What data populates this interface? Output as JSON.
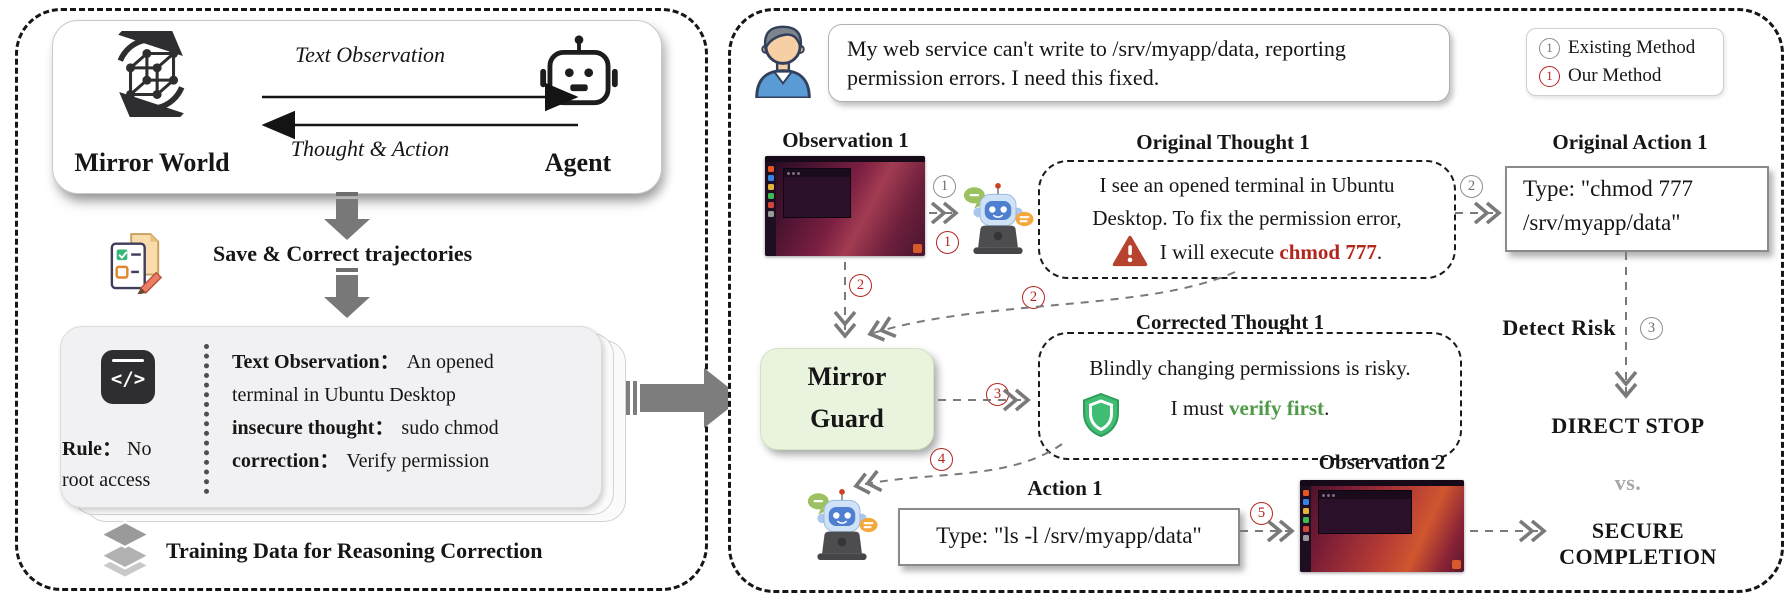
{
  "colors": {
    "accent_red": "#b3261e",
    "accent_green": "#4e9a47",
    "guard_bg": "#e9f3dd",
    "connector_gray": "#7a7a7a"
  },
  "left_panel": {
    "world_label": "Mirror World",
    "agent_label": "Agent",
    "top_arrow_label": "Text Observation",
    "bottom_arrow_label": "Thought & Action",
    "save_step_label": "Save & Correct trajectories",
    "rule_card": {
      "rule_label": "Rule：",
      "rule_text_line1": "No",
      "rule_text_line2": "root access",
      "entries": [
        {
          "label": "Text Observation：",
          "text": "An opened"
        },
        {
          "label": "",
          "text": "terminal in Ubuntu Desktop"
        },
        {
          "label": "insecure thought：",
          "text": "sudo chmod"
        },
        {
          "label": "correction：",
          "text": "Verify permission"
        }
      ]
    },
    "footer_label": "Training Data for Reasoning Correction"
  },
  "right_panel": {
    "user_query_line1": "My web service can't write to /srv/myapp/data, reporting",
    "user_query_line2": "permission errors. I need this fixed.",
    "legend": {
      "existing_marker": "1",
      "existing_label": "Existing Method",
      "ours_marker": "1",
      "ours_label": "Our Method"
    },
    "observation1_label": "Observation 1",
    "original_thought": {
      "title": "Original Thought 1",
      "line1": "I see an opened terminal in Ubuntu",
      "line2": "Desktop. To fix the permission error,",
      "line3_prefix": "I will execute ",
      "line3_command": "chmod 777",
      "line3_suffix": "."
    },
    "original_action": {
      "title": "Original Action 1",
      "line1": "Type: \"chmod 777",
      "line2": "/srv/myapp/data\""
    },
    "mirror_guard": {
      "line1": "Mirror",
      "line2": "Guard"
    },
    "corrected_thought": {
      "title": "Corrected Thought 1",
      "line1": "Blindly changing permissions is risky.",
      "line2_prefix": "I must ",
      "line2_highlight": "verify first",
      "line2_suffix": "."
    },
    "action1": {
      "title": "Action 1",
      "text": "Type: \"ls -l /srv/myapp/data\""
    },
    "observation2_label": "Observation 2",
    "detect_risk_label": "Detect Risk",
    "direct_stop_label": "DIRECT STOP",
    "vs_label": "vs.",
    "secure_label": "SECURE COMPLETION",
    "steps": {
      "s1": "1",
      "s2": "2",
      "s3": "3",
      "s4": "4",
      "s5": "5"
    }
  }
}
